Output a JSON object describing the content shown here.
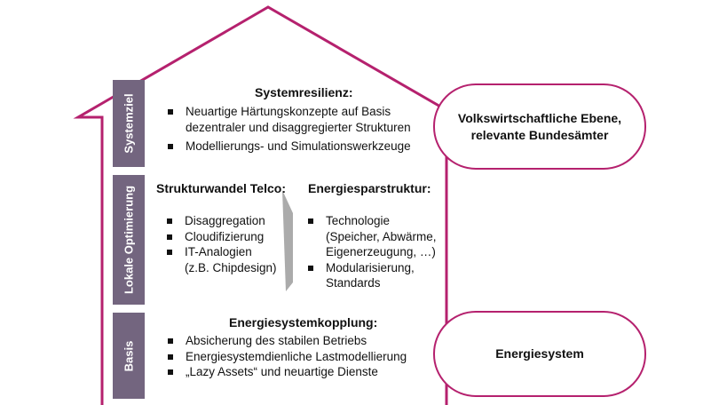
{
  "bands": {
    "systemziel": "Systemziel",
    "lokale": "Lokale Optimierung",
    "basis": "Basis"
  },
  "systemresilienz": {
    "title": "Systemresilienz:",
    "items": [
      "Neuartige Härtungskonzepte auf Basis dezentraler und disaggregierter Strukturen",
      "Modellierungs- und Simulationswerkzeuge"
    ]
  },
  "strukturwandel": {
    "title": "Strukturwandel Telco:",
    "items": [
      "Disaggregation",
      "Cloudifizierung",
      "IT-Analogien (z.B. Chipdesign)"
    ]
  },
  "energiesparstruktur": {
    "title": "Energiesparstruktur:",
    "items": [
      "Technologie (Speicher, Abwärme, Eigenerzeugung, …)",
      "Modularisierung, Standards"
    ]
  },
  "energiesystemkopplung": {
    "title": "Energiesystemkopplung:",
    "items": [
      "Absicherung des stabilen Betriebs",
      "Energiesystemdienliche Lastmodellierung",
      "„Lazy Assets“ und neuartige Dienste"
    ]
  },
  "pills": {
    "volkswirtschaft": "Volkswirtschaftliche Ebene,\nrelevante Bundesämter",
    "energiesystem": "Energiesystem"
  },
  "colors": {
    "outline": "#b5216e",
    "band": "#73657f",
    "chevron": "#8f8f8f"
  }
}
